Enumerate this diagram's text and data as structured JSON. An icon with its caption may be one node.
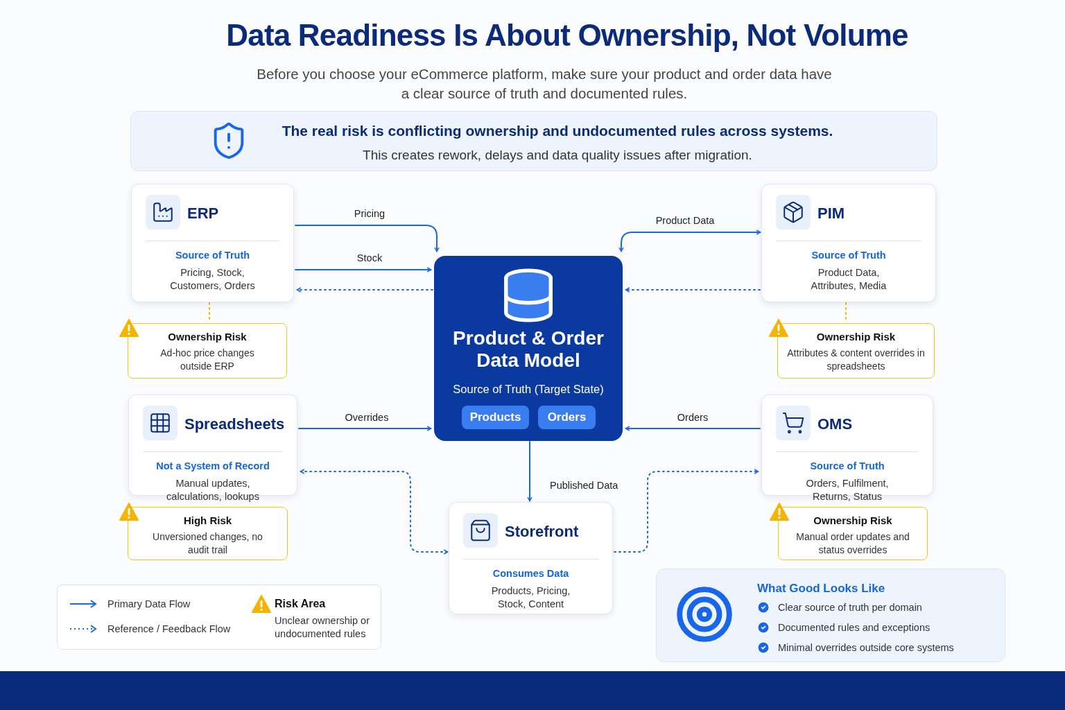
{
  "diagram": {
    "title": "Data Readiness Is About Ownership, Not Volume",
    "nodes": [
      {
        "text": [
          "The real risk is conflicting ownership and undocumented rules across systems.",
          "This creates rework, delays and data quality issues after migration."
        ]
      },
      {
        "text": [
          "ERP",
          "Source of Truth",
          "Pricing, Stock, Customers, Orders"
        ]
      },
      {
        "text": [
          "PIM",
          "Source of Truth",
          "Product Data, Attributes, Media"
        ]
      },
      {
        "text": [
          "Product & Order Data Model",
          "Source of Truth (Target State)"
        ]
      },
      {
        "text": [
          "Products"
        ],
        "in": 3
      },
      {
        "text": [
          "Orders"
        ],
        "in": 3
      },
      {
        "text": [
          "Ownership Risk",
          "Ad-hoc price changes outside ERP"
        ]
      },
      {
        "text": [
          "Ownership Risk",
          "Attributes & content overrides in spreadsheets"
        ]
      },
      {
        "text": [
          "Spreadsheets",
          "Not a System of Record",
          "Manual updates, calculations, lookups"
        ]
      },
      {
        "text": [
          "OMS",
          "Source of Truth",
          "Orders, Fulfilment, Returns, Status"
        ]
      },
      {
        "text": [
          "High Risk",
          "Unversioned changes, no audit trail"
        ]
      },
      {
        "text": [
          "Ownership Risk",
          "Manual order updates and status overrides"
        ]
      },
      {
        "text": [
          "Storefront",
          "Consumes Data",
          "Products, Pricing, Stock, Content"
        ]
      },
      {
        "text": [
          "What Good Looks Like",
          "Clear source of truth per domain",
          "Documented rules and exceptions",
          "Minimal overrides outside core systems"
        ]
      }
    ],
    "edges": [
      {
        "from": 1,
        "to": 3,
        "arrow": "to",
        "label": "Pricing"
      },
      {
        "from": 1,
        "to": 3,
        "arrow": "to",
        "label": "Stock"
      },
      {
        "from": 3,
        "to": 1,
        "arrow": "to",
        "style": "dashed"
      },
      {
        "from": 2,
        "to": 3,
        "arrow": "both",
        "label": "Product Data"
      },
      {
        "from": 2,
        "to": 3,
        "arrow": "to",
        "style": "dashed"
      },
      {
        "from": 8,
        "to": 3,
        "arrow": "to",
        "label": "Overrides"
      },
      {
        "from": 9,
        "to": 3,
        "arrow": "to",
        "label": "Orders"
      },
      {
        "from": 3,
        "to": 12,
        "arrow": "to",
        "label": "Published Data"
      },
      {
        "from": 12,
        "to": 8,
        "arrow": "both",
        "style": "dashed"
      },
      {
        "from": 12,
        "to": 9,
        "arrow": "to",
        "style": "dashed"
      },
      {
        "from": 1,
        "to": 6,
        "arrow": "none",
        "style": "dashed",
        "color": "#f5b400"
      },
      {
        "from": 2,
        "to": 7,
        "arrow": "none",
        "style": "dashed",
        "color": "#f5b400"
      }
    ],
    "labels": [
      "Before you choose your eCommerce platform, make sure your product and order data have a clear source of truth and documented rules.",
      "Unclear ownership or undocumented rules"
    ],
    "legend": [
      {
        "text": "Primary Data Flow"
      },
      {
        "text": "Reference / Feedback Flow"
      },
      {
        "text": "Risk Area"
      }
    ]
  }
}
